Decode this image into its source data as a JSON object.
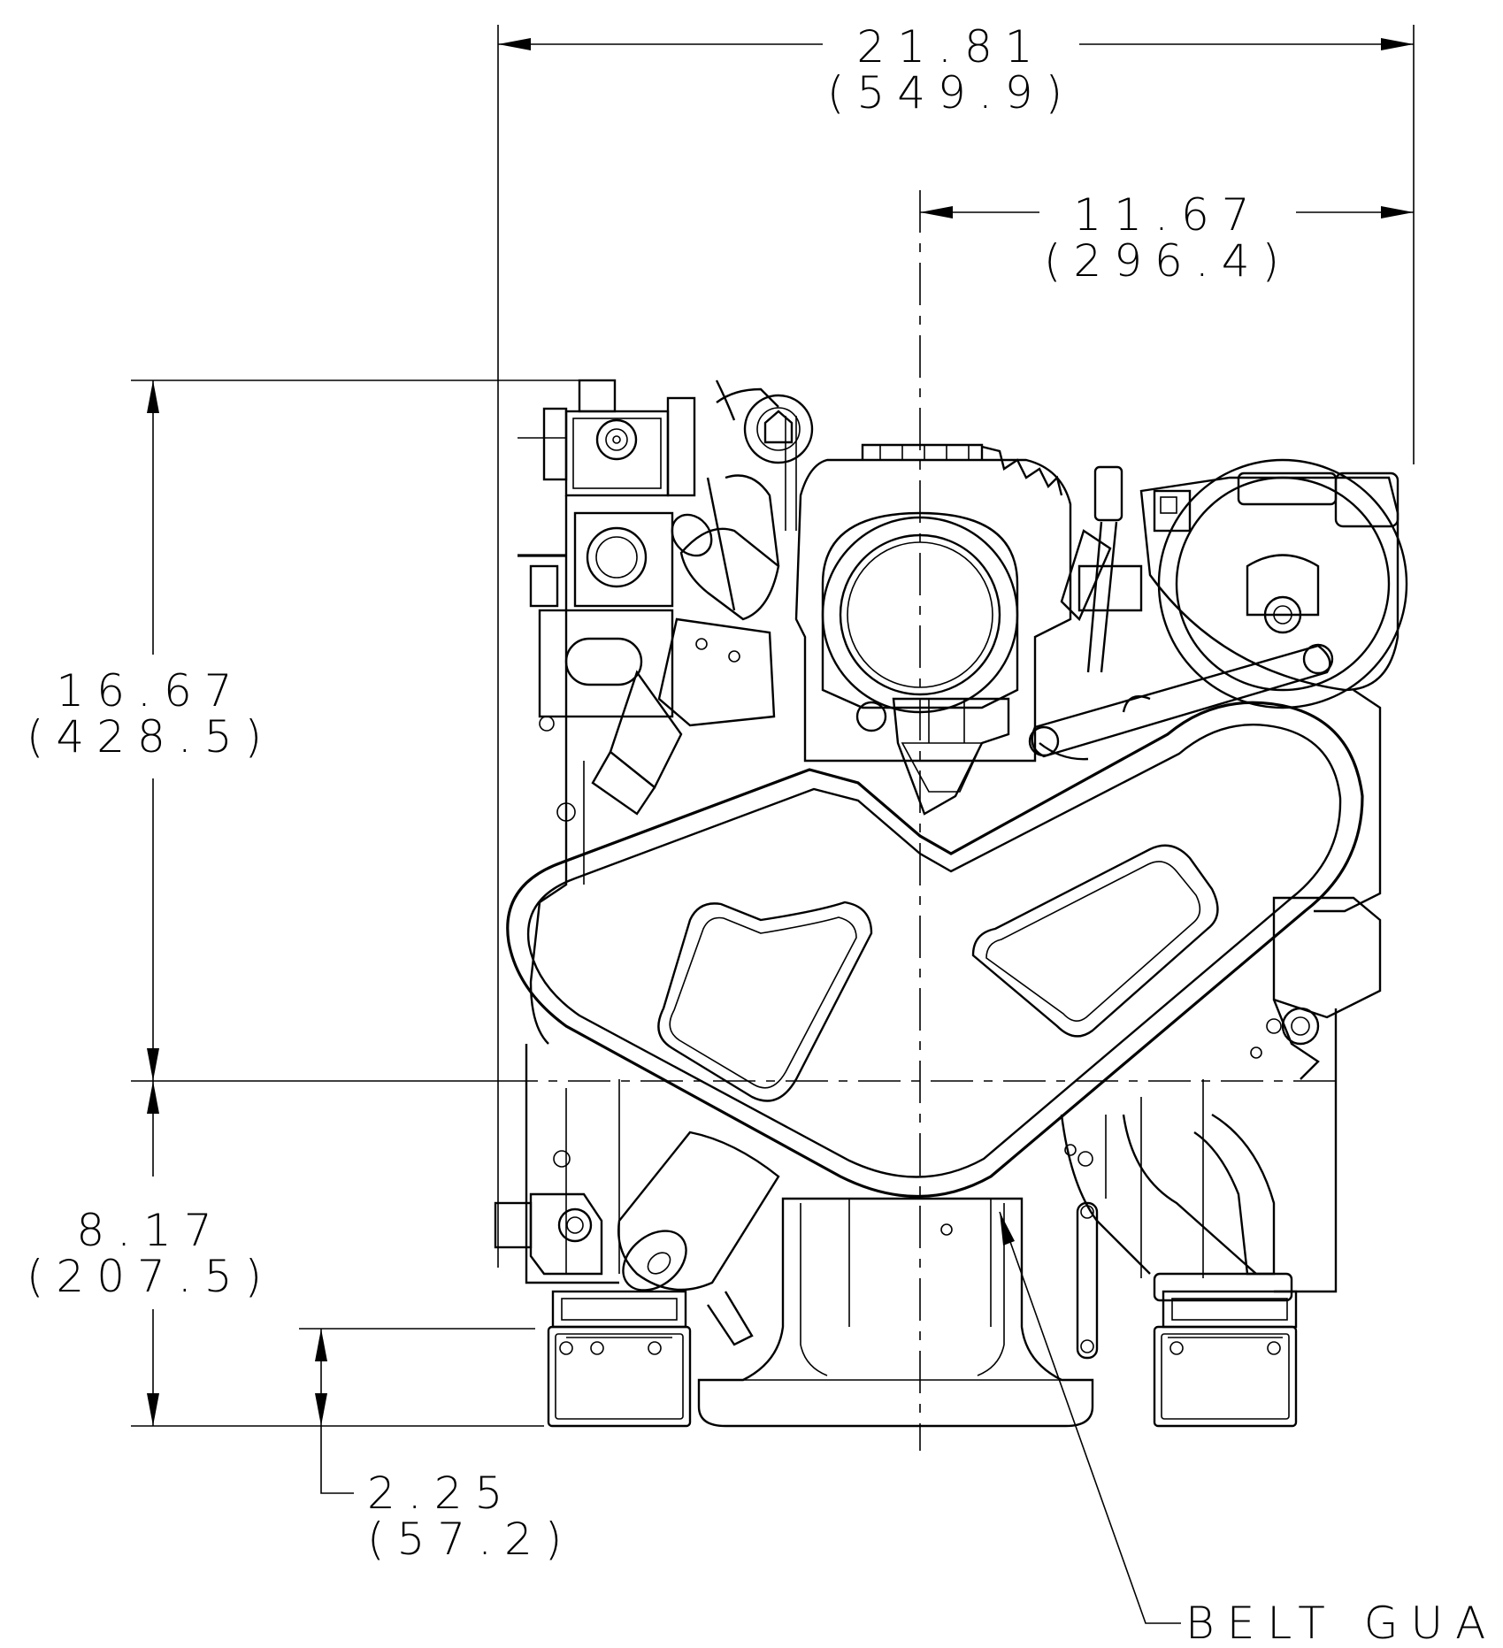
{
  "dimensions": {
    "overall_width": {
      "value_in": "21.81",
      "value_mm": "(549.9)"
    },
    "half_width": {
      "value_in": "11.67",
      "value_mm": "(296.4)"
    },
    "height_above_crank": {
      "value_in": "16.67",
      "value_mm": "(428.5)"
    },
    "height_below_crank": {
      "value_in": "8.17",
      "value_mm": "(207.5)"
    },
    "mount_height": {
      "value_in": "2.25",
      "value_mm": "(57.2)"
    }
  },
  "callouts": {
    "belt_guard": "BELT GUARD"
  },
  "colors": {
    "ink": "#000000",
    "paper": "#ffffff"
  }
}
